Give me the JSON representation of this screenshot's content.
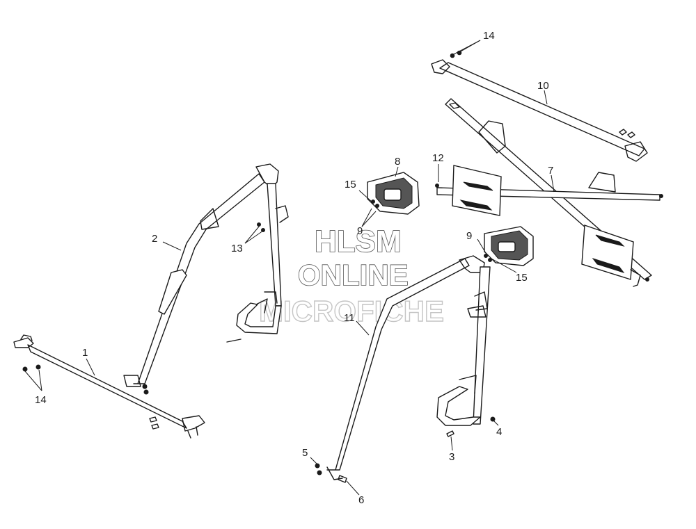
{
  "diagram": {
    "callouts": [
      {
        "id": "c1",
        "label": "1"
      },
      {
        "id": "c2",
        "label": "2"
      },
      {
        "id": "c3",
        "label": "3"
      },
      {
        "id": "c4",
        "label": "4"
      },
      {
        "id": "c5",
        "label": "5"
      },
      {
        "id": "c6",
        "label": "6"
      },
      {
        "id": "c7",
        "label": "7"
      },
      {
        "id": "c8",
        "label": "8"
      },
      {
        "id": "c9a",
        "label": "9"
      },
      {
        "id": "c9b",
        "label": "9"
      },
      {
        "id": "c10",
        "label": "10"
      },
      {
        "id": "c11",
        "label": "11"
      },
      {
        "id": "c12",
        "label": "12"
      },
      {
        "id": "c13",
        "label": "13"
      },
      {
        "id": "c14a",
        "label": "14"
      },
      {
        "id": "c14b",
        "label": "14"
      },
      {
        "id": "c15a",
        "label": "15"
      },
      {
        "id": "c15b",
        "label": "15"
      }
    ]
  },
  "watermark": {
    "line1": "HLSM",
    "line2": "ONLINE",
    "line3": "MICROFICHE"
  },
  "colors": {
    "ink": "#1a1a1a",
    "background": "#ffffff"
  }
}
